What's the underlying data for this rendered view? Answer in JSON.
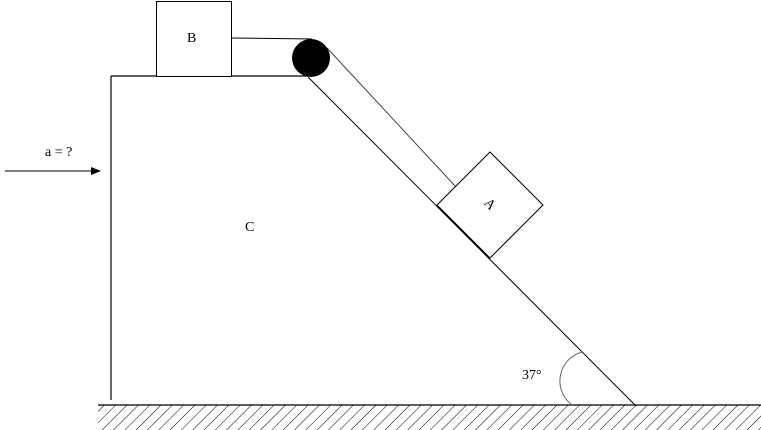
{
  "labels": {
    "block_b": "B",
    "block_a": "A",
    "wedge": "C",
    "acceleration": "a = ?",
    "angle": "37°"
  },
  "colors": {
    "ink": "#000000",
    "background": "#ffffff"
  }
}
